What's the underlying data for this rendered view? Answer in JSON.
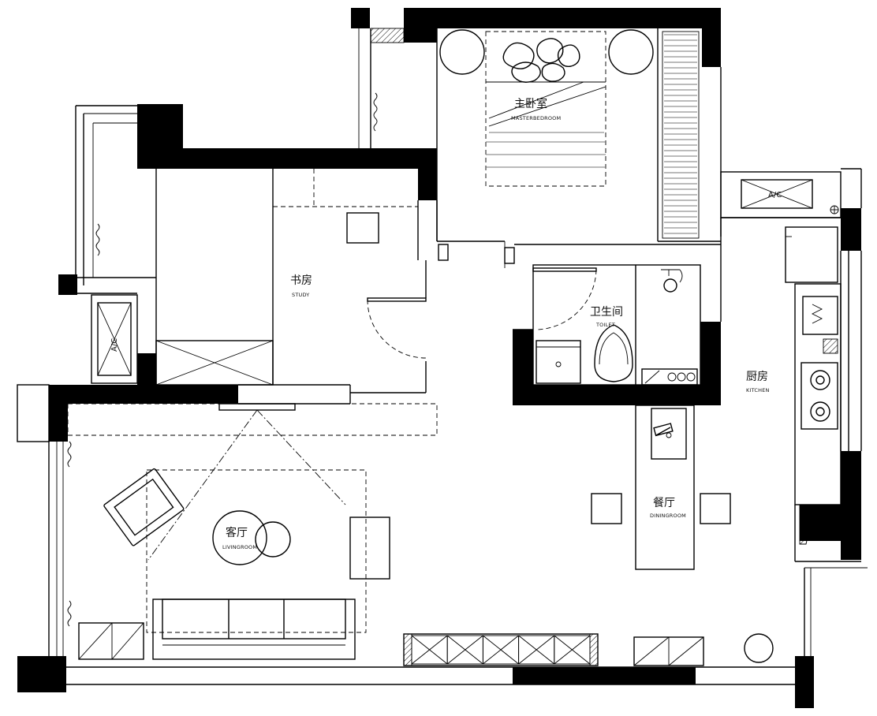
{
  "rooms": {
    "master_bedroom": {
      "cn": "主卧室",
      "en": "MASTERBEDROOM"
    },
    "study": {
      "cn": "书房",
      "en": "STUDY"
    },
    "toilet": {
      "cn": "卫生间",
      "en": "TOILET"
    },
    "kitchen": {
      "cn": "厨房",
      "en": "KITCHEN"
    },
    "dining_room": {
      "cn": "餐厅",
      "en": "DININGROOM"
    },
    "living_room": {
      "cn": "客厅",
      "en": "LIVINGROOM"
    }
  },
  "equipment": {
    "ac_left": "A/C",
    "ac_kitchen": "A/C"
  }
}
